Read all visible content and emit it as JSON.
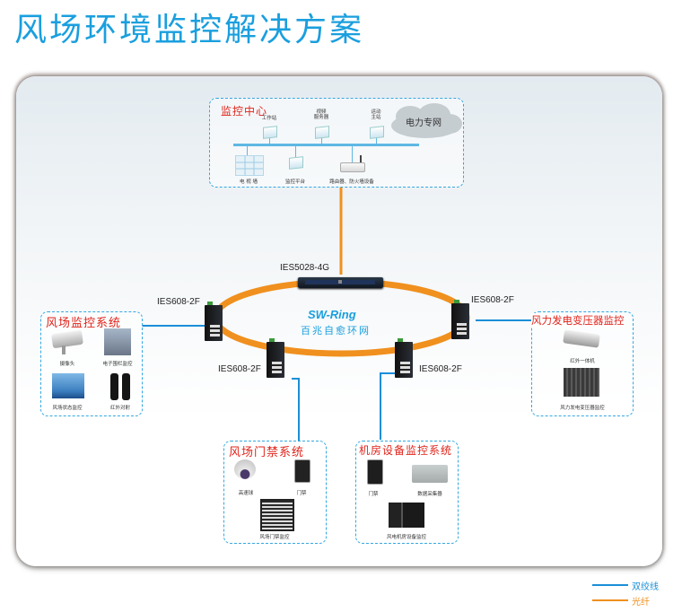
{
  "title": "风场环境监控解决方案",
  "colors": {
    "title": "#1a9fde",
    "panel_title": "#e0241b",
    "panel_border": "#35a8e0",
    "twisted_pair": "#1a8fd8",
    "fiber": "#f0901e",
    "ring_text": "#1a9fde"
  },
  "monitoring_center": {
    "title": "监控中心",
    "cloud_label": "电力专网",
    "top_devices": [
      {
        "label": "工作站",
        "icon": "monitor-icon"
      },
      {
        "label": "视频\n服务器",
        "icon": "monitor-icon"
      },
      {
        "label": "运动\n主站",
        "icon": "monitor-icon"
      }
    ],
    "bottom_devices": [
      {
        "label": "电 视 墙",
        "icon": "video-wall-icon"
      },
      {
        "label": "监控平台",
        "icon": "monitor-icon"
      },
      {
        "label": "路由器、防火墙设备",
        "icon": "router-icon"
      }
    ]
  },
  "core_switch": {
    "label": "IES5028-4G"
  },
  "ring": {
    "name": "SW-Ring",
    "subtitle": "百兆自愈环网"
  },
  "edge_switches": [
    {
      "label": "IES608-2F",
      "position": "left"
    },
    {
      "label": "IES608-2F",
      "position": "right"
    },
    {
      "label": "IES608-2F",
      "position": "bottom-left"
    },
    {
      "label": "IES608-2F",
      "position": "bottom-right"
    }
  ],
  "subsystems": [
    {
      "title": "风场监控系统",
      "items": [
        {
          "label": "摄像头",
          "icon": "camera-icon"
        },
        {
          "label": "电子围栏监控",
          "icon": "fence-icon"
        },
        {
          "label": "风场状态监控",
          "icon": "wind-turbine-icon"
        },
        {
          "label": "红外对射",
          "icon": "infrared-sensor-icon"
        }
      ]
    },
    {
      "title": "风力发电变压器监控",
      "items": [
        {
          "label": "红外一体机",
          "icon": "camera-icon"
        },
        {
          "label": "风力发电变压器监控",
          "icon": "transformer-icon"
        }
      ]
    },
    {
      "title": "风场门禁系统",
      "items": [
        {
          "label": "高速球",
          "icon": "dome-camera-icon"
        },
        {
          "label": "门禁",
          "icon": "keypad-icon"
        },
        {
          "label": "风场门禁监控",
          "icon": "access-panel-icon"
        }
      ]
    },
    {
      "title": "机房设备监控系统",
      "items": [
        {
          "label": "门禁",
          "icon": "keypad-icon"
        },
        {
          "label": "数据采集器",
          "icon": "data-collector-icon"
        },
        {
          "label": "风电机房设备监控",
          "icon": "server-rack-icon"
        }
      ]
    }
  ],
  "legend": [
    {
      "label": "双绞线",
      "type": "twisted_pair"
    },
    {
      "label": "光纤",
      "type": "fiber"
    }
  ]
}
